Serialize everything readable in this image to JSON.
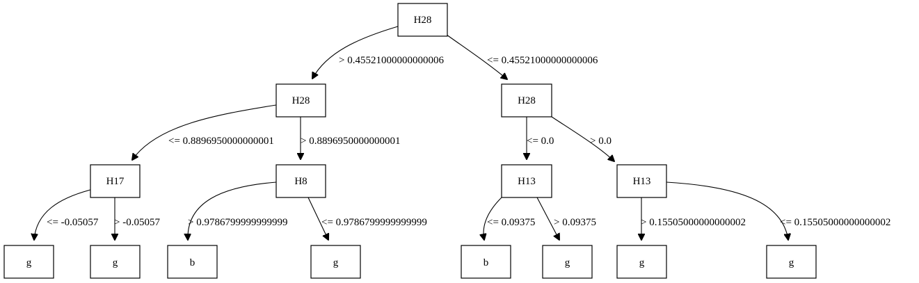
{
  "tree": {
    "nodes": {
      "n0": "H28",
      "n1": "H28",
      "n2": "H28",
      "n3": "H17",
      "n4": "H8",
      "n5": "H13",
      "n6": "H13",
      "n7": "g",
      "n8": "g",
      "n9": "b",
      "n10": "g",
      "n11": "b",
      "n12": "g",
      "n13": "g",
      "n14": "g"
    },
    "edges": {
      "e0_1": "> 0.45521000000000006",
      "e0_2": "<= 0.45521000000000006",
      "e1_3": "<= 0.8896950000000001",
      "e1_4": "> 0.8896950000000001",
      "e2_5": "<= 0.0",
      "e2_6": "> 0.0",
      "e3_7": "<= -0.05057",
      "e3_8": "> -0.05057",
      "e4_9": "> 0.9786799999999999",
      "e4_10": "<= 0.9786799999999999",
      "e5_11": "<= 0.09375",
      "e5_12": "> 0.09375",
      "e6_13": "> 0.15505000000000002",
      "e6_14": "<= 0.15505000000000002"
    }
  }
}
